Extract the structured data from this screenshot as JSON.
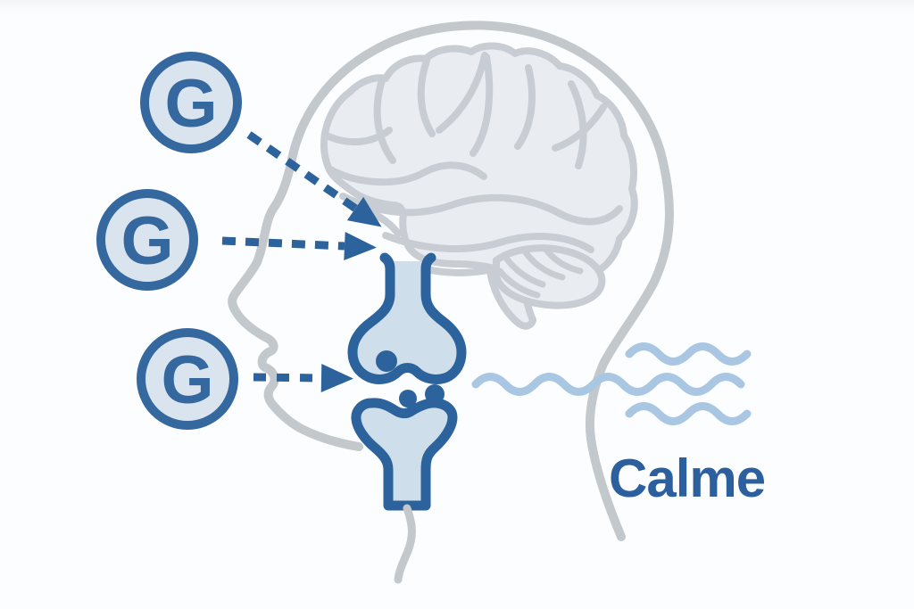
{
  "caption": {
    "text": "Calme"
  },
  "badges": [
    {
      "label": "G"
    },
    {
      "label": "G"
    },
    {
      "label": "G"
    }
  ],
  "icons": {
    "head": "head-profile-icon",
    "brain": "brain-icon",
    "synapse": "synapse-icon",
    "neurotransmitters": "neurotransmitter-dots-icon",
    "arrows": "dashed-arrow-icon",
    "waves": "calm-waves-icon",
    "badge": "g-molecule-badge"
  },
  "colors": {
    "accent_blue": "#2d639c",
    "badge_border": "#35689f",
    "badge_fill": "#d9e4ef",
    "synapse_fill": "#cfdeeb",
    "outline_gray": "#c3c8cd",
    "brain_fill": "#e9edf2",
    "brain_outline": "#c7cdd3",
    "wave_blue": "#a9c7e2",
    "caption_blue": "#2b5f9e",
    "background": "#fcfdfe"
  }
}
